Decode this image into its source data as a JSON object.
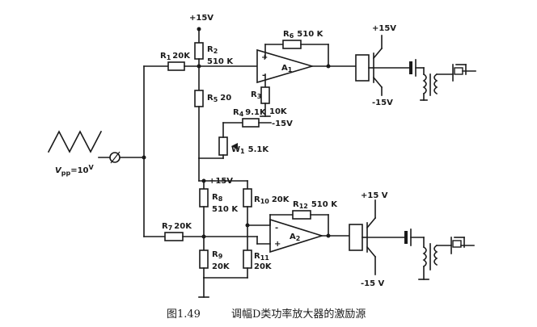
{
  "caption": {
    "figure_number": "图1.49",
    "title": "调幅D类功率放大器的激励源"
  },
  "source": {
    "label": "V",
    "subscript": "pp",
    "value": "=10",
    "unit": "V"
  },
  "supplies": {
    "top_plus": "+15V",
    "mid_plus": "+15V",
    "driver1_plus": "+15V",
    "driver1_minus": "-15V",
    "driver2_plus": "+15 V",
    "driver2_minus": "-15 V",
    "pot_minus": "-15V"
  },
  "components": {
    "r1": {
      "name": "R",
      "sub": "1",
      "value": "20K"
    },
    "r2": {
      "name": "R",
      "sub": "2",
      "value": "510 K"
    },
    "r3": {
      "name": "R",
      "sub": "3",
      "value": "10K"
    },
    "r4": {
      "name": "R",
      "sub": "4",
      "value": "9.1K"
    },
    "r5": {
      "name": "R",
      "sub": "5",
      "value": "20"
    },
    "r6": {
      "name": "R",
      "sub": "6",
      "value": "510 K"
    },
    "r7": {
      "name": "R",
      "sub": "7",
      "value": "20K"
    },
    "r8": {
      "name": "R",
      "sub": "8",
      "value": "510 K"
    },
    "r9": {
      "name": "R",
      "sub": "9",
      "value": "20K"
    },
    "r10": {
      "name": "R",
      "sub": "10",
      "value": "20K"
    },
    "r11": {
      "name": "R",
      "sub": "11",
      "value": "20K"
    },
    "r12": {
      "name": "R",
      "sub": "12",
      "value": "510 K"
    },
    "w1": {
      "name": "W",
      "sub": "1",
      "value": "5.1K"
    },
    "a1": {
      "name": "A",
      "sub": "1"
    },
    "a2": {
      "name": "A",
      "sub": "2"
    }
  },
  "opamp_pins": {
    "plus": "+",
    "minus": "-"
  }
}
